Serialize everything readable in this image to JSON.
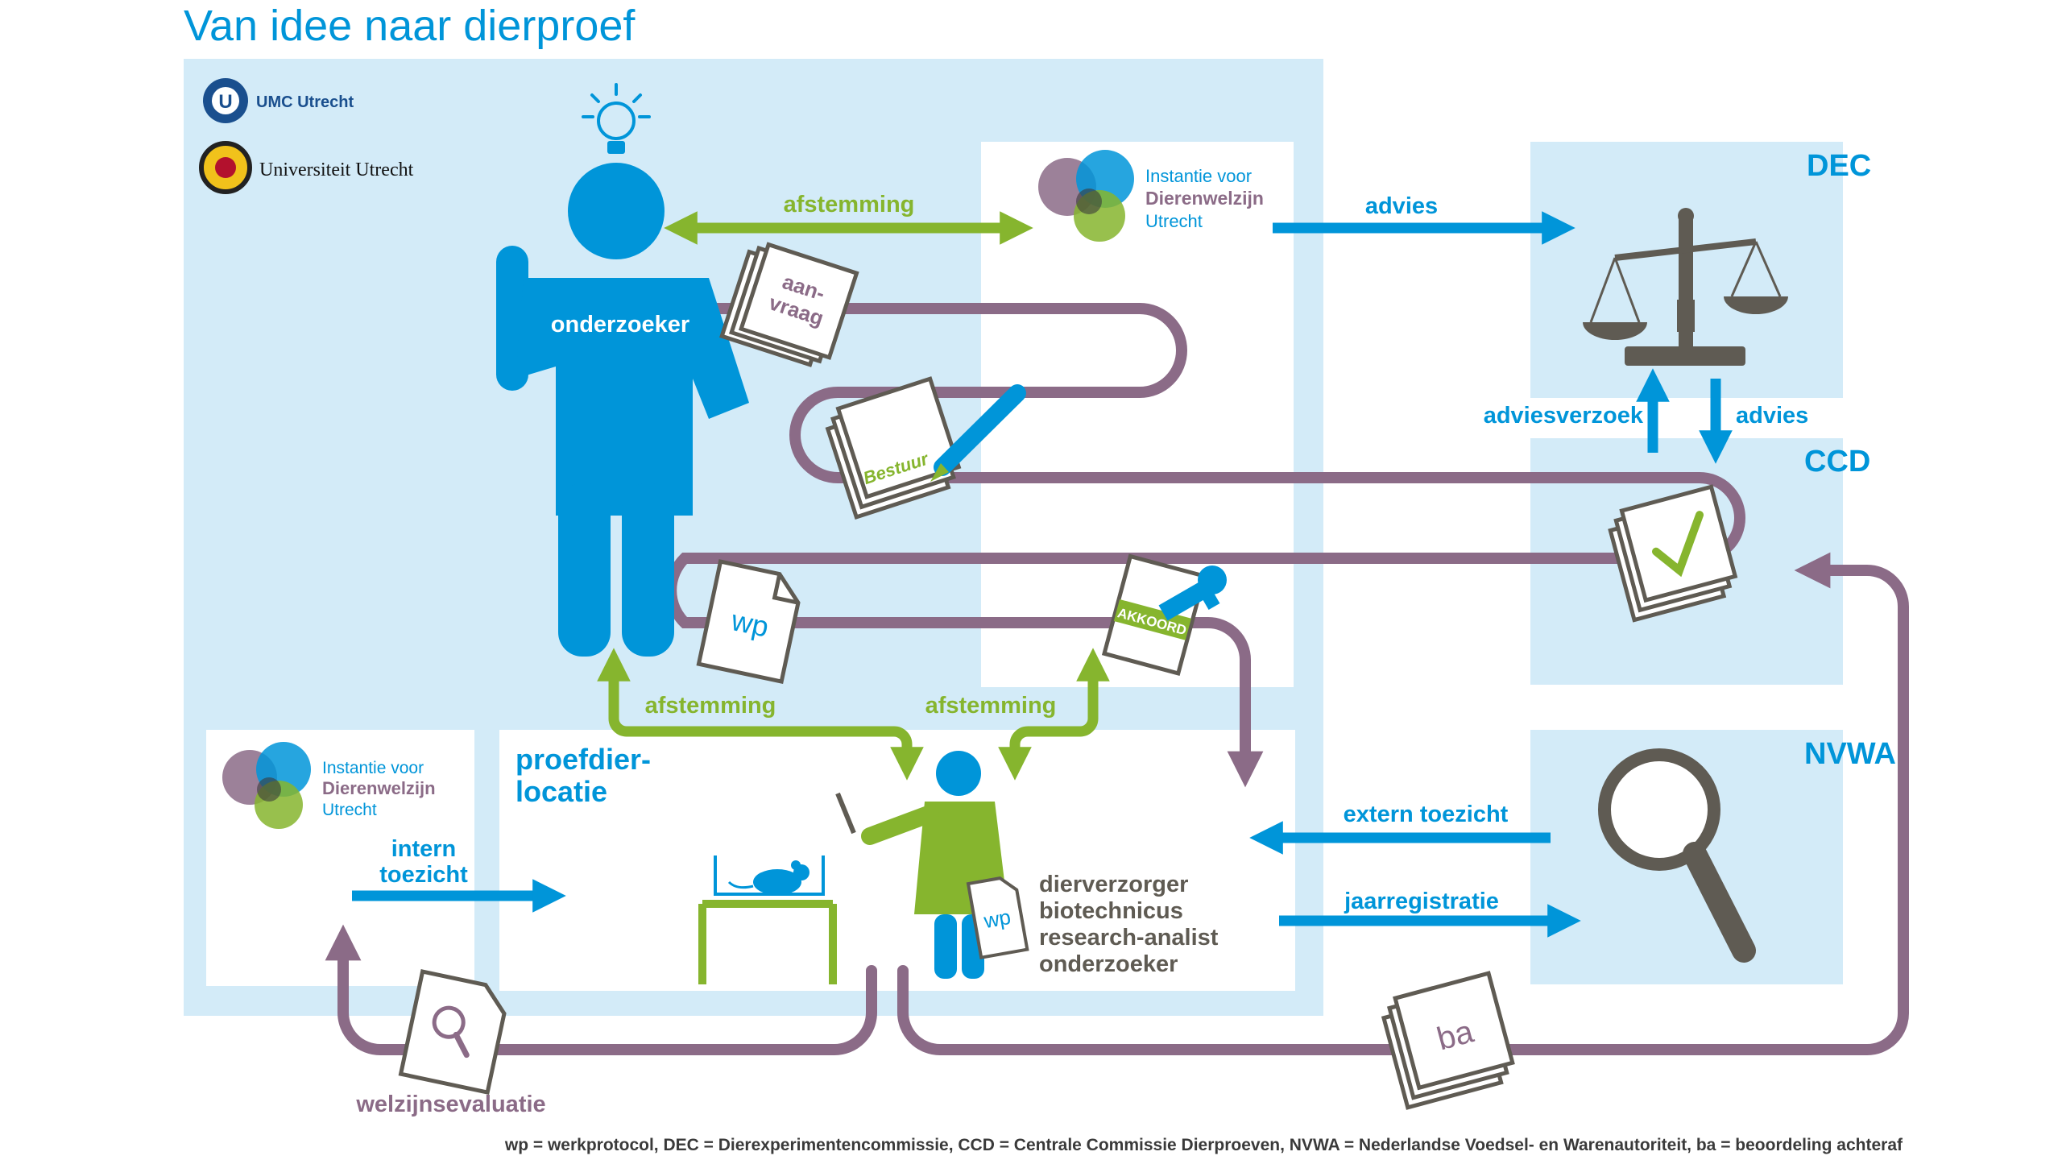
{
  "title": "Van idee naar dierproef",
  "logos": {
    "umc": "UMC Utrecht",
    "uu": "Universiteit Utrecht",
    "ivd_line1": "Instantie voor",
    "ivd_line2": "Dierenwelzijn",
    "ivd_line3": "Utrecht"
  },
  "actors": {
    "researcher": "onderzoeker",
    "dec": "DEC",
    "ccd": "CCD",
    "nvwa": "NVWA",
    "location_line1": "proefdier-",
    "location_line2": "locatie",
    "staff": [
      "dierverzorger",
      "biotechnicus",
      "research-analist",
      "onderzoeker"
    ]
  },
  "flows": {
    "afstemming": "afstemming",
    "advies": "advies",
    "adviesverzoek": "adviesverzoek",
    "intern_toezicht_1": "intern",
    "intern_toezicht_2": "toezicht",
    "extern_toezicht": "extern toezicht",
    "jaarregistratie": "jaarregistratie",
    "welzijnsevaluatie": "welzijnsevaluatie"
  },
  "documents": {
    "aanvraag_1": "aan-",
    "aanvraag_2": "vraag",
    "bestuur": "Bestuur",
    "wp": "wp",
    "akkoord": "AKKOORD",
    "ba": "ba"
  },
  "footnote": "wp = werkprotocol, DEC = Dierexperimentencommissie, CCD = Centrale Commissie Dierproeven, NVWA = Nederlandse Voedsel- en Warenautoriteit, ba = beoordeling achteraf",
  "colors": {
    "blue": "#0095d9",
    "lightblue": "#d3ebf8",
    "purple": "#8b6b87",
    "green": "#86b52e",
    "gray": "#5f5b53",
    "dark": "#3a3a3a"
  }
}
